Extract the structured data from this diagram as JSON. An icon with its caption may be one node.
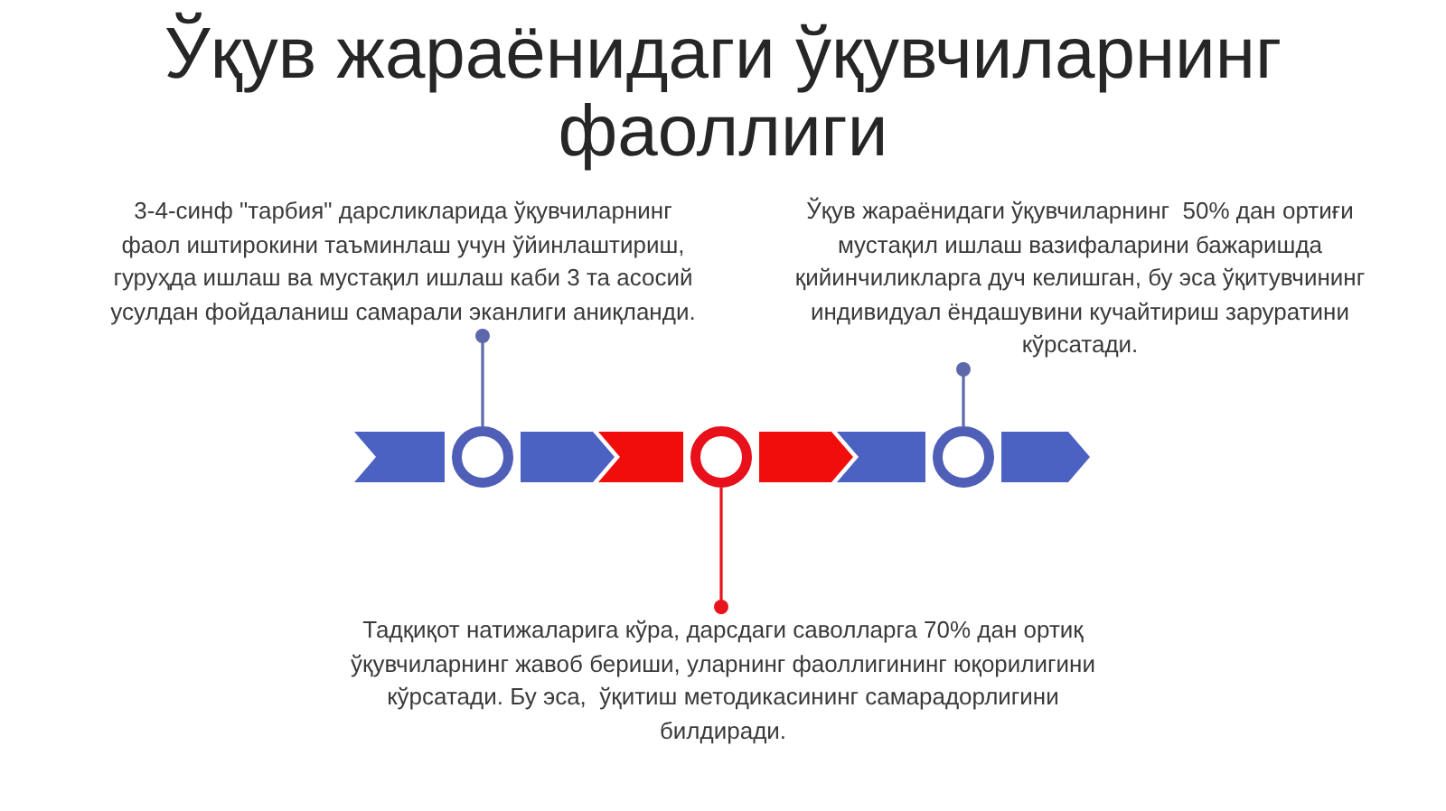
{
  "diagram": {
    "title": "Ўқув жараёнидаги ўқувчиларнинг фаоллиги",
    "nodes": [
      {
        "text": [
          "3-4-синф \"тарбия\" дарсликларида ўқувчиларнинг фаол иштирокини таъминлаш учун ўйинлаштириш, гуруҳда ишлаш ва мустақил ишлаш каби 3 та асосий усулдан фойдаланиш самарали эканлиги аниқланди."
        ]
      },
      {
        "text": [
          "Ўқув жараёнидаги ўқувчиларнинг  50% дан ортиғи мустақил ишлаш вазифаларини бажаришда қийинчиликларга дуч келишган, бу эса ўқитувчининг индивидуал ёндашувини кучайтириш заруратини кўрсатади."
        ]
      },
      {
        "text": [],
        "shape": "circle"
      },
      {
        "text": [],
        "shape": "circle"
      },
      {
        "text": [],
        "shape": "circle"
      },
      {
        "text": [
          "Тадқиқот натижаларига кўра, дарсдаги саволларга 70% дан ортиқ ўқувчиларнинг жавоб бериши, уларнинг фаоллигининг юқорилигини кўрсатади. Бу эса,  ўқитиш методикасининг самарадорлигини билдиради."
        ]
      }
    ],
    "edges": [
      {
        "from": 0,
        "to": 2,
        "arrow": "other"
      },
      {
        "from": 1,
        "to": 4,
        "arrow": "other"
      },
      {
        "from": 5,
        "to": 3,
        "arrow": "other",
        "color": "#e8141c"
      }
    ]
  }
}
